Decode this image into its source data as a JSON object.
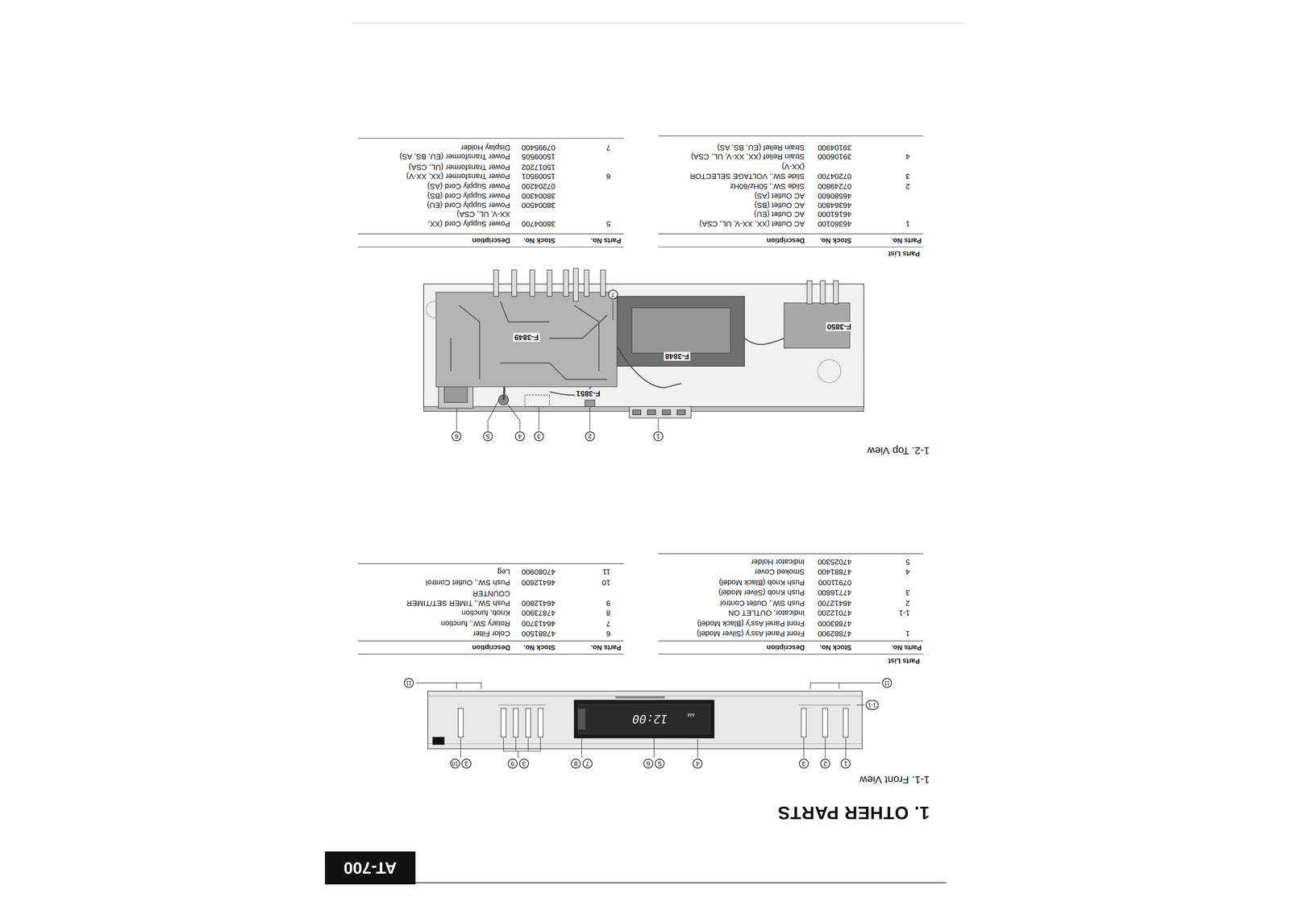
{
  "diagram": {
    "title": "1. OTHER PARTS",
    "labels": [
      "AT-700",
      "1-1. Front View",
      "1",
      "2",
      "3",
      "4",
      "5",
      "6",
      "7",
      "8",
      "3",
      "9",
      "3",
      "10",
      "1-1",
      "11",
      "11",
      "12:00",
      "AM",
      "Parts List",
      "Parts No.",
      "Stock No.",
      "Description",
      "1",
      "47882900",
      "Front Panel Ass'y (Silver Model)",
      "47883000",
      "Front Panel Ass'y (Black Model)",
      "1-1",
      "47012200",
      "Indicator, OUTLET ON",
      "2",
      "46412700",
      "Push SW., Outlet Control",
      "3",
      "47716800",
      "Push Knob (Silver Model)",
      "07911000",
      "Push Knob (Black Model)",
      "4",
      "47881400",
      "Smoked Cover",
      "5",
      "47025300",
      "Indicator Holder",
      "Parts No.",
      "Stock No.",
      "Description",
      "6",
      "47881500",
      "Color Filter",
      "7",
      "46413700",
      "Rotary SW., function",
      "8",
      "47873900",
      "Knob, function",
      "9",
      "46412800",
      "Push SW., TIMER SET/TIMER COUNTER",
      "10",
      "46412600",
      "Push SW., Outlet Control",
      "11",
      "47080900",
      "Leg",
      "1-2. Top View",
      "1",
      "2",
      "3",
      "4",
      "5",
      "6",
      "7",
      "F-3850",
      "F-3848",
      "F-3849",
      "F-3851",
      "Parts List",
      "Parts No.",
      "Stock No.",
      "Description",
      "1",
      "46360100",
      "AC Outlet (XX, XX-V, UL, CSA)",
      "46161000",
      "AC Outlet (EU)",
      "46364800",
      "AC Outlet (BS)",
      "46580600",
      "AC Outlet (AS)",
      "2",
      "07249800",
      "Slide SW., 50Hz/60Hz",
      "3",
      "07204700",
      "Slide SW., VOLTAGE SELECTOR (XX-V)",
      "4",
      "39106000",
      "Strain Relief (XX, XX-V, UL, CSA)",
      "39104900",
      "Strain Relief (EU, BS, AS)",
      "Parts No.",
      "Stock No.",
      "Description",
      "5",
      "38004700",
      "Power Supply Cord (XX, XX-V, UL, CSA)",
      "38004500",
      "Power Supply Cord (EU)",
      "38004300",
      "Power Supply Cord (BS)",
      "07204200",
      "Power Supply Cord (AS)",
      "6",
      "15009501",
      "Power Transformer (XX, XX-V)",
      "15017202",
      "Power Transformer (UL, CSA)",
      "15009505",
      "Power Transformer (EU, BS, AS)",
      "7",
      "07995400",
      "Display Holder"
    ]
  }
}
